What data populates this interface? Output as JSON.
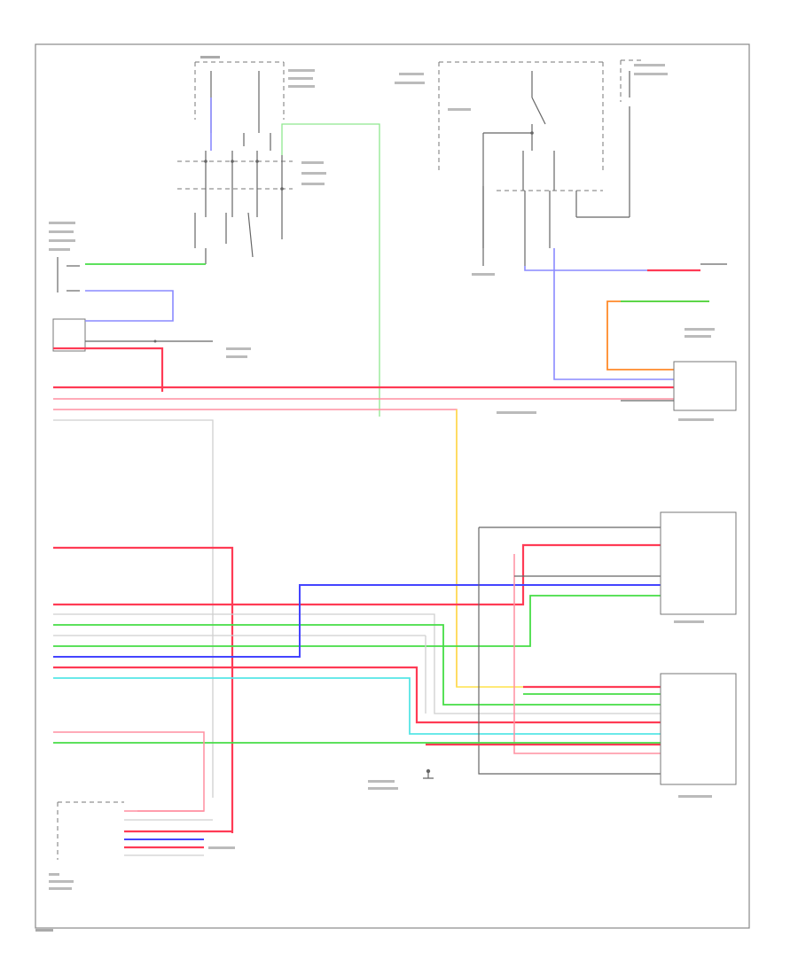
{
  "diagram": {
    "footer_code": "",
    "components": [
      {
        "id": "front-sensors",
        "label": ""
      },
      {
        "id": "front-sensor-connector",
        "label": ""
      },
      {
        "id": "front-fuse-block",
        "label": ""
      },
      {
        "id": "top-right-fuse-block",
        "label": ""
      },
      {
        "id": "far-right-fuse-block",
        "label": ""
      },
      {
        "id": "rear-sensor-connector",
        "label": ""
      },
      {
        "id": "rear-control-unit-upper",
        "label": ""
      },
      {
        "id": "rear-control-unit-lower",
        "label": ""
      },
      {
        "id": "main-control-unit",
        "label": ""
      },
      {
        "id": "lower-left-module",
        "label": ""
      }
    ],
    "colors": {
      "red": "#ff3b55",
      "pink": "#ff8fa0",
      "green": "#46dd46",
      "blue": "#4444ff",
      "light_blue": "#8a8aff",
      "orange": "#ff8a2a",
      "yellow": "#ffe24a",
      "cyan": "#55e6e6",
      "wire_gray": "#666666"
    }
  }
}
